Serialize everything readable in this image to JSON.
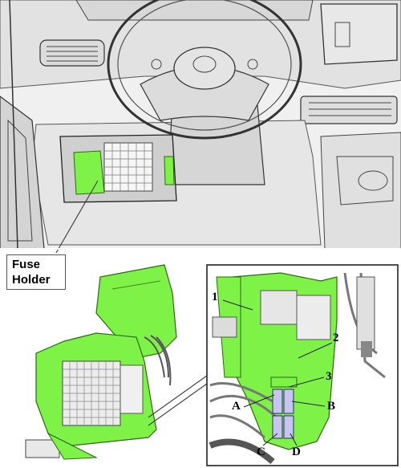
{
  "labels": {
    "fuse_holder": "Fuse Holder",
    "callouts": [
      "1",
      "2",
      "3",
      "A",
      "B",
      "C",
      "D"
    ]
  },
  "colors": {
    "highlight": "#7ff247",
    "line": "#333333",
    "dashboard": "#ececec"
  }
}
